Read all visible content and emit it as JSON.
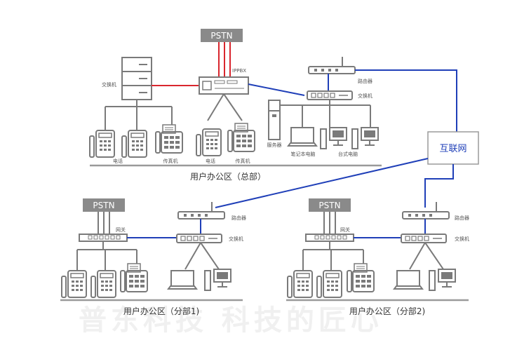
{
  "watermark": "普东科技 科技的匠心",
  "headquarters": {
    "pstn": "PSTN",
    "ippbx": "IPPBX",
    "switch_left": "交换机",
    "router": "路由器",
    "switch_right": "交换机",
    "phone": "电话",
    "fax": "传真机",
    "phone2": "电话",
    "fax2": "传真机",
    "server": "服务器",
    "laptop": "笔记本电脑",
    "desktop": "台式电脑",
    "caption": "用户办公区（总部）"
  },
  "internet": "互联网",
  "branch1": {
    "pstn": "PSTN",
    "gateway": "网关",
    "router": "路由器",
    "switch": "交换机",
    "caption": "用户办公区（分部1)"
  },
  "branch2": {
    "pstn": "PSTN",
    "gateway": "网关",
    "router": "路由器",
    "switch": "交换机",
    "caption": "用户办公区（分部2)"
  },
  "colors": {
    "device": "#7a7a7a",
    "voice_link": "#d9262e",
    "data_link": "#1f3fb8",
    "pstn_box": "#8a8a8a"
  }
}
